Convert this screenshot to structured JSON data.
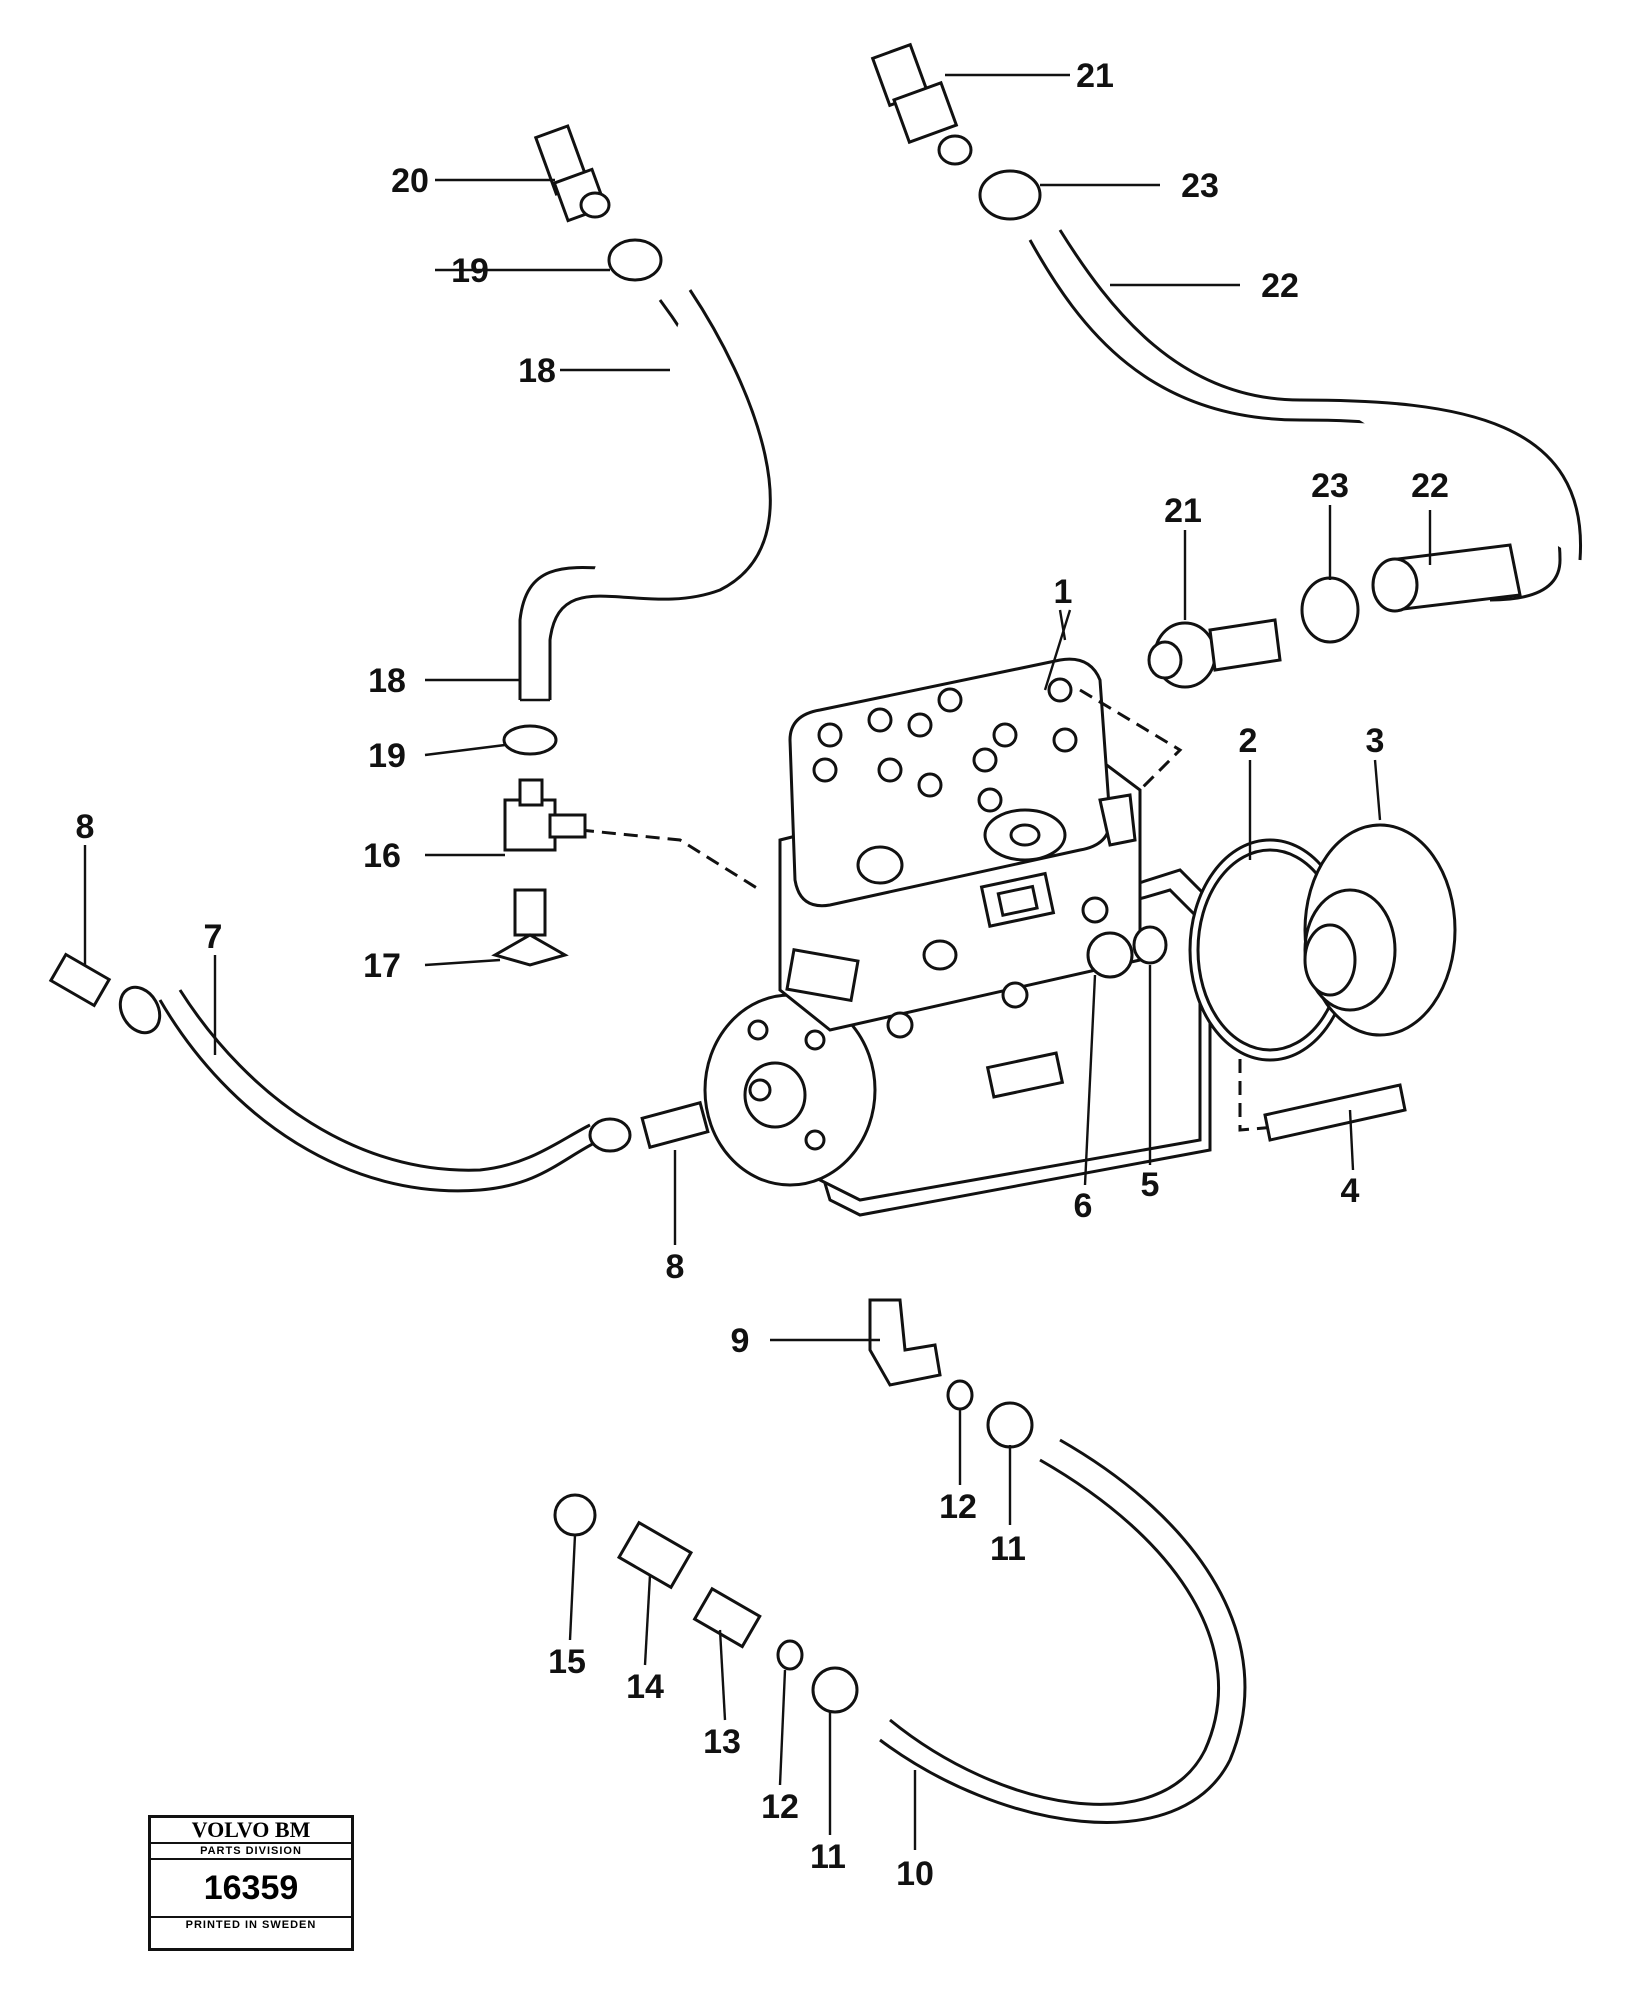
{
  "diagram": {
    "labels": [
      {
        "id": "p1",
        "text": "1"
      },
      {
        "id": "p2",
        "text": "2"
      },
      {
        "id": "p3",
        "text": "3"
      },
      {
        "id": "p4",
        "text": "4"
      },
      {
        "id": "p5",
        "text": "5"
      },
      {
        "id": "p6",
        "text": "6"
      },
      {
        "id": "p7",
        "text": "7"
      },
      {
        "id": "p8a",
        "text": "8"
      },
      {
        "id": "p8b",
        "text": "8"
      },
      {
        "id": "p9",
        "text": "9"
      },
      {
        "id": "p10",
        "text": "10"
      },
      {
        "id": "p11a",
        "text": "11"
      },
      {
        "id": "p11b",
        "text": "11"
      },
      {
        "id": "p12a",
        "text": "12"
      },
      {
        "id": "p12b",
        "text": "12"
      },
      {
        "id": "p13",
        "text": "13"
      },
      {
        "id": "p14",
        "text": "14"
      },
      {
        "id": "p15",
        "text": "15"
      },
      {
        "id": "p16",
        "text": "16"
      },
      {
        "id": "p17",
        "text": "17"
      },
      {
        "id": "p18a",
        "text": "18"
      },
      {
        "id": "p18b",
        "text": "18"
      },
      {
        "id": "p19a",
        "text": "19"
      },
      {
        "id": "p19b",
        "text": "19"
      },
      {
        "id": "p20",
        "text": "20"
      },
      {
        "id": "p21a",
        "text": "21"
      },
      {
        "id": "p21b",
        "text": "21"
      },
      {
        "id": "p22a",
        "text": "22"
      },
      {
        "id": "p22b",
        "text": "22"
      },
      {
        "id": "p23a",
        "text": "23"
      },
      {
        "id": "p23b",
        "text": "23"
      }
    ]
  },
  "stamp": {
    "brand": "VOLVO BM",
    "division": "PARTS DIVISION",
    "number": "16359",
    "printed": "PRINTED IN SWEDEN"
  }
}
